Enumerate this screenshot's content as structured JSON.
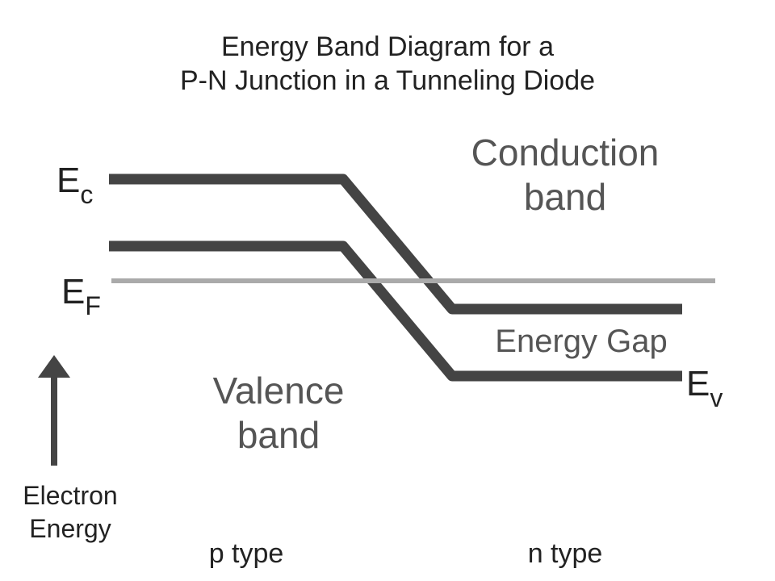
{
  "title": {
    "line1": "Energy Band Diagram for a",
    "line2": "P-N Junction in a Tunneling Diode"
  },
  "bands": {
    "conduction_line1": "Conduction",
    "conduction_line2": "band",
    "valence_line1": "Valence",
    "valence_line2": "band",
    "energy_gap": "Energy Gap"
  },
  "levels": {
    "ec_main": "E",
    "ec_sub": "c",
    "ef_main": "E",
    "ef_sub": "F",
    "ev_main": "E",
    "ev_sub": "v"
  },
  "axis": {
    "label_line1": "Electron",
    "label_line2": "Energy"
  },
  "regions": {
    "p_type": "p type",
    "n_type": "n type"
  },
  "colors": {
    "band_edge": "#444444",
    "fermi_level": "#aaaaaa",
    "arrow": "#444444"
  }
}
